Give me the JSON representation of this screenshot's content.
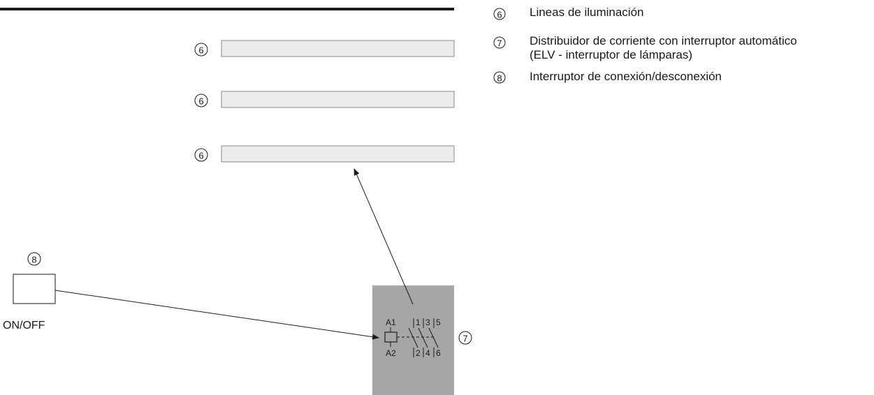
{
  "diagram": {
    "light_lines": [
      {
        "number": "6"
      },
      {
        "number": "6"
      },
      {
        "number": "6"
      }
    ],
    "switch": {
      "number": "8",
      "label": "ON/OFF"
    },
    "distributor": {
      "number": "7",
      "terminals": {
        "a1": "A1",
        "a2": "A2",
        "t1": "1",
        "t2": "2",
        "t3": "3",
        "t4": "4",
        "t5": "5",
        "t6": "6"
      }
    }
  },
  "legend": [
    {
      "number": "6",
      "lines": [
        "Lineas de iluminación"
      ]
    },
    {
      "number": "7",
      "lines": [
        "Distribuidor de corriente con interruptor automático",
        "(ELV - interruptor de lámparas)"
      ]
    },
    {
      "number": "8",
      "lines": [
        "Interruptor de conexión/desconexión"
      ]
    }
  ],
  "colors": {
    "rule": "#1a1a1a",
    "bar_fill": "#ececec",
    "bar_stroke": "#8a8a8a",
    "distributor_fill": "#a6a6a6",
    "line": "#1a1a1a"
  }
}
